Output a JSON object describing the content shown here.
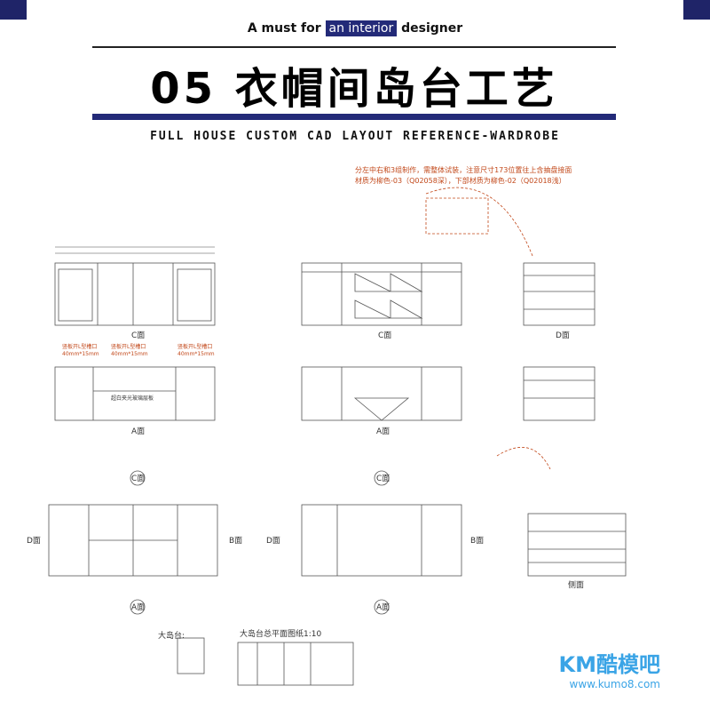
{
  "header": {
    "tagline_pre": "A must for",
    "tagline_highlight": "an interior",
    "tagline_post": "designer",
    "title": "05 衣帽间岛台工艺",
    "subtitle": "FULL HOUSE CUSTOM CAD LAYOUT REFERENCE-WARDROBE"
  },
  "drawing": {
    "note": "分左中右和3组制作，需整体试装，注意尺寸173位置往上含抽盘接面材质为柳色-03（Q02058深），下部材质为柳色-02（Q02018浅）",
    "view_labels": {
      "c_face_left": "C面",
      "c_face_mid": "C面",
      "d_face_top": "D面",
      "a_face_left": "A面",
      "a_face_mid": "A面",
      "c_plan_left": "C面",
      "c_plan_mid": "C面",
      "d_plan_left": "D面",
      "b_plan_left": "B面",
      "d_plan_mid": "D面",
      "b_plan_mid": "B面",
      "a_plan_left": "A面",
      "a_plan_mid": "A面",
      "side": "侧面"
    },
    "groove_labels": [
      "竖板开L型槽口",
      "40mm*15mm"
    ],
    "island_label": "大岛台:",
    "plan_caption": "大岛台总平面图纸1:10",
    "glass_label": "超白夹光玻璃层板"
  },
  "watermark": {
    "logo": "KM酷模吧",
    "url": "www.kumo8.com"
  },
  "colors": {
    "brand_navy": "#232a78",
    "annotation_orange": "#c2481a",
    "watermark_blue": "#3aa4e6"
  }
}
